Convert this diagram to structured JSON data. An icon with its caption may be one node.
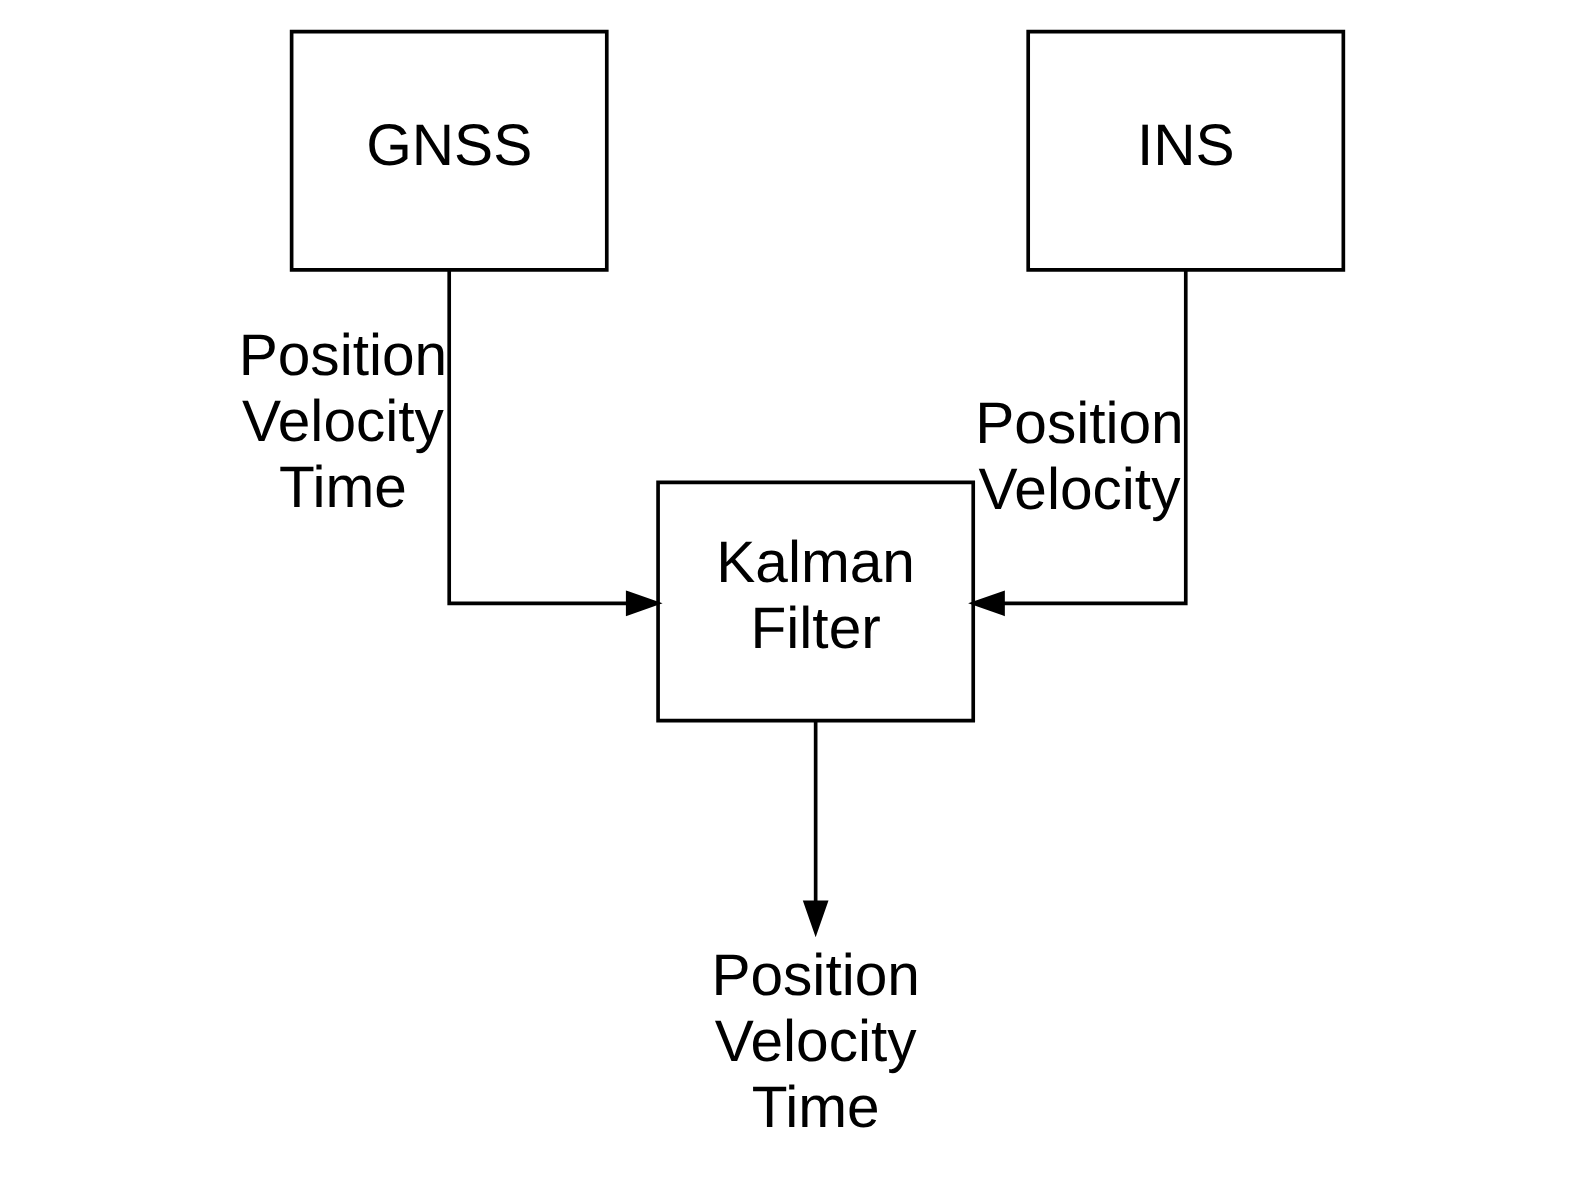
{
  "diagram": {
    "nodes": [
      {
        "text": [
          "GNSS"
        ]
      },
      {
        "text": [
          "INS"
        ]
      },
      {
        "text": [
          "Kalman Filter"
        ]
      },
      {
        "text": [
          "Position Velocity Time"
        ]
      }
    ],
    "edges": [
      {
        "from": 0,
        "to": 2,
        "arrow": "to",
        "label": "Position Velocity Time"
      },
      {
        "from": 1,
        "to": 2,
        "arrow": "to",
        "label": "Position Velocity"
      },
      {
        "from": 2,
        "to": 3,
        "arrow": "to"
      }
    ]
  }
}
